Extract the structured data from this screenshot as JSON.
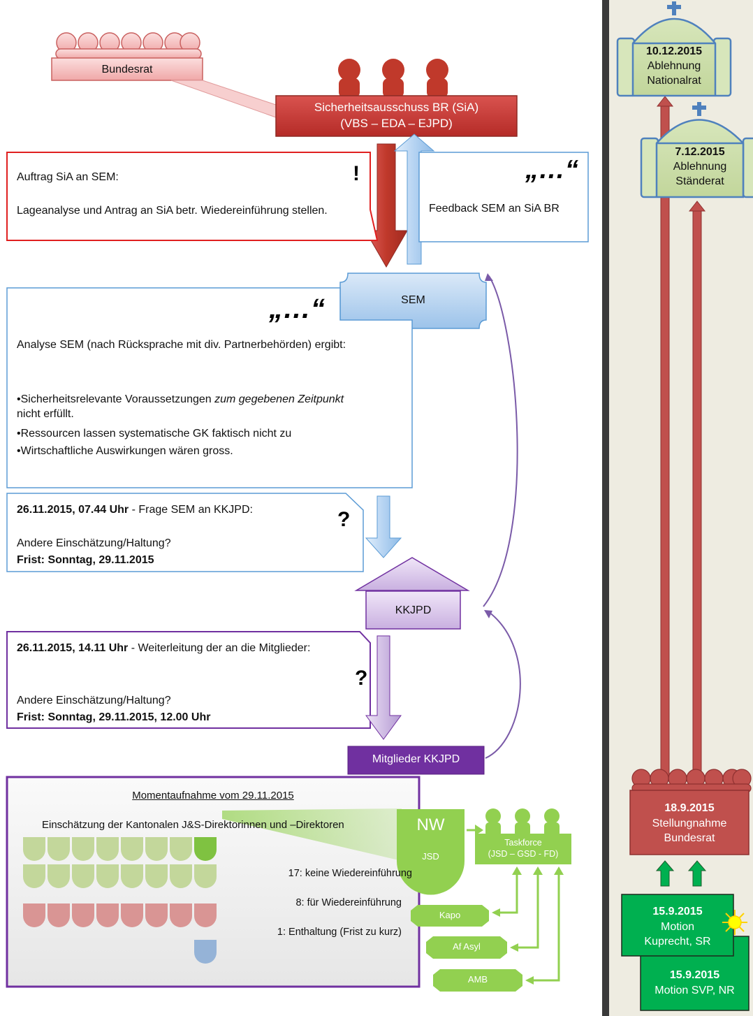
{
  "bundesrat_label": "Bundesrat",
  "sia_box": {
    "line1": "Sicherheitsausschuss BR (SiA)",
    "line2": "(VBS – EDA – EJPD)"
  },
  "auftrag": {
    "title": "Auftrag SiA an SEM:",
    "body": "Lageanalyse und Antrag an SiA betr. Wiedereinführung stellen.",
    "mark": "!"
  },
  "feedback": {
    "quote": "„…“",
    "text": "Feedback SEM an SiA BR"
  },
  "sem": {
    "label": "SEM"
  },
  "analyse": {
    "quote": "„…“",
    "intro": "Analyse SEM (nach Rücksprache mit div. Partnerbehörden) ergibt:",
    "bullet1_a": "•Sicherheitsrelevante Voraussetzungen ",
    "bullet1_em": "zum gegebenen Zeitpunkt",
    "bullet1_b": " nicht erfüllt.",
    "bullet2": "•Ressourcen lassen systematische GK faktisch nicht zu",
    "bullet3": "•Wirtschaftliche Auswirkungen wären gross."
  },
  "frage": {
    "date": "26.11.2015, 07.44 Uhr",
    "rest": " - Frage SEM an KKJPD:",
    "question": "Andere Einschätzung/Haltung?",
    "deadline": "Frist: Sonntag, 29.11.2015",
    "mark": "?"
  },
  "kkjpd": {
    "label": "KKJPD"
  },
  "weiter": {
    "date": "26.11.2015, 14.11 Uhr",
    "rest": " - Weiterleitung der an die Mitglieder:",
    "question": "Andere Einschätzung/Haltung?",
    "deadline": "Frist: Sonntag, 29.11.2015, 12.00 Uhr",
    "mark": "?"
  },
  "mitglieder": {
    "label": "Mitglieder KKJPD"
  },
  "moment": {
    "title": "Momentaufnahme vom 29.11.2015",
    "subtitle": "Einschätzung der Kantonalen J&S-Direktorinnen und –Direktoren",
    "stat1": "17: keine Wiedereinführung",
    "stat2": "8: für Wiedereinführung",
    "stat3": "1: Enthaltung (Frist zu kurz)"
  },
  "tally": {
    "keine": 17,
    "fuer": 8,
    "enthaltung": 1
  },
  "nw": {
    "label": "NW",
    "sub": "JSD"
  },
  "taskforce": {
    "line1": "Taskforce",
    "line2": "(JSD – GSD - FD)"
  },
  "tags": {
    "kapo": "Kapo",
    "afasyl": "Af Asyl",
    "amb": "AMB"
  },
  "timeline": {
    "nationalrat": {
      "date": "10.12.2015",
      "line1": "Ablehnung",
      "line2": "Nationalrat"
    },
    "staenderat": {
      "date": "7.12.2015",
      "line1": "Ablehnung",
      "line2": "Ständerat"
    },
    "stellungnahme": {
      "date": "18.9.2015",
      "line1": "Stellungnahme",
      "line2": "Bundesrat"
    },
    "motion_sr": {
      "date": "15.9.2015",
      "line1": "Motion",
      "line2": "Kuprecht, SR"
    },
    "motion_nr": {
      "date": "15.9.2015",
      "line1": "Motion SVP, NR"
    }
  },
  "colors": {
    "red": "#c0392b",
    "darkred": "#a93226",
    "blue": "#5b9bd5",
    "purple": "#7030a0",
    "green": "#92d050",
    "brightgreen": "#00b050",
    "panel": "#eeece1"
  }
}
